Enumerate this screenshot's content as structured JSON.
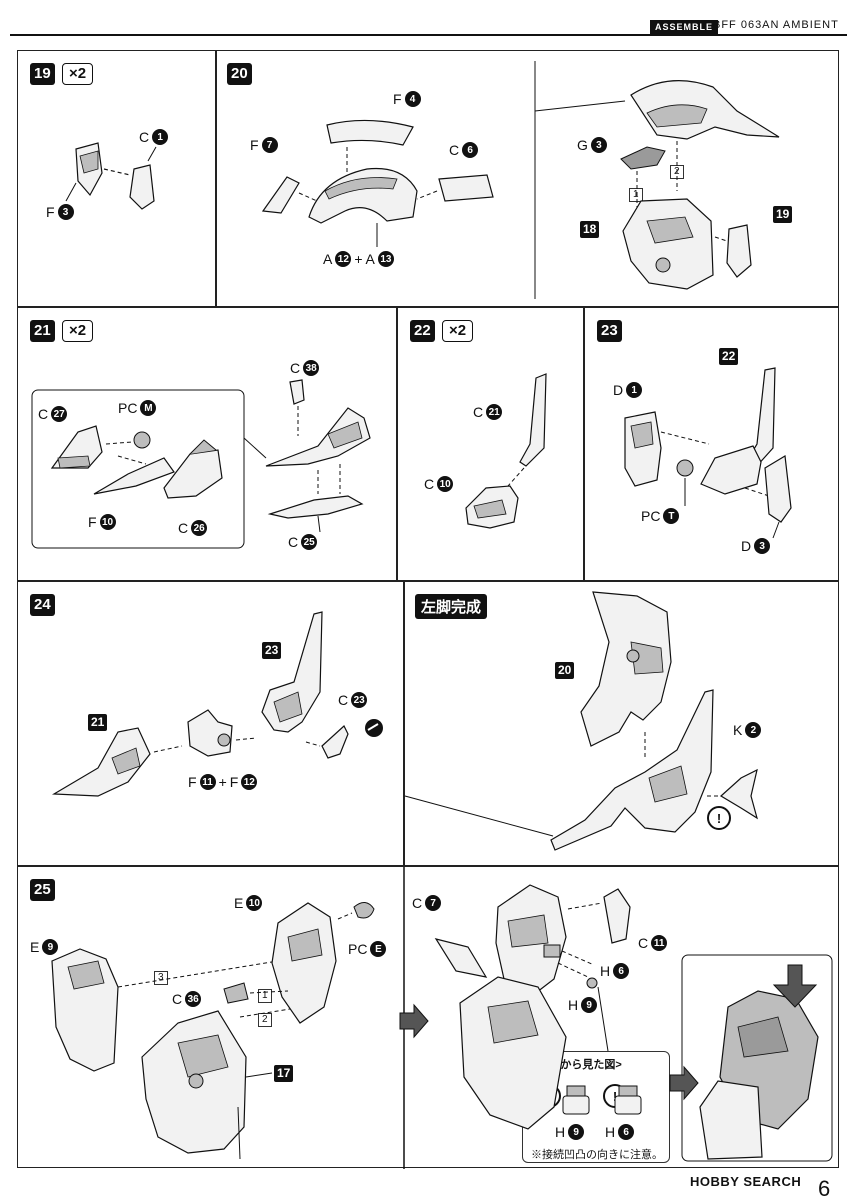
{
  "header": {
    "tag": "ASSEMBLE",
    "title": "BFF 063AN AMBIENT"
  },
  "colors": {
    "ink": "#111111",
    "part_fill": "#f2f2f2",
    "part_shade": "#bdbdbd",
    "highlight": "#9a9a9a"
  },
  "steps": {
    "s19": {
      "num": "19",
      "mult": "×2",
      "labels": {
        "c1": "C",
        "c1n": "1",
        "f3": "F",
        "f3n": "3"
      }
    },
    "s20": {
      "num": "20",
      "labels": {
        "f4": "F",
        "f4n": "4",
        "f7": "F",
        "f7n": "7",
        "c6": "C",
        "c6n": "6",
        "a12": "A",
        "a12n": "12",
        "plus": "+",
        "a13": "A",
        "a13n": "13",
        "g3": "G",
        "g3n": "3",
        "ref18": "18",
        "ref19": "19",
        "box1": "1",
        "box2": "2"
      }
    },
    "s21": {
      "num": "21",
      "mult": "×2",
      "labels": {
        "c38": "C",
        "c38n": "38",
        "c27": "C",
        "c27n": "27",
        "pcm": "PC",
        "pcmn": "M",
        "f10": "F",
        "f10n": "10",
        "c26": "C",
        "c26n": "26",
        "c25": "C",
        "c25n": "25"
      }
    },
    "s22": {
      "num": "22",
      "mult": "×2",
      "labels": {
        "c21": "C",
        "c21n": "21",
        "c10": "C",
        "c10n": "10"
      }
    },
    "s23": {
      "num": "23",
      "labels": {
        "d1": "D",
        "d1n": "1",
        "ref22": "22",
        "pct": "PC",
        "pctn": "T",
        "d3": "D",
        "d3n": "3"
      }
    },
    "s24": {
      "num": "24",
      "labels": {
        "ref23": "23",
        "c23": "C",
        "c23n": "23",
        "ref21": "21",
        "f11": "F",
        "f11n": "11",
        "plus": "+",
        "f12": "F",
        "f12n": "12"
      }
    },
    "complete": {
      "title": "左脚完成",
      "labels": {
        "ref20": "20",
        "k2": "K",
        "k2n": "2",
        "warn": "!"
      }
    },
    "s25": {
      "num": "25",
      "labels": {
        "e10": "E",
        "e10n": "10",
        "e9": "E",
        "e9n": "9",
        "pce": "PC",
        "pcen": "E",
        "c36": "C",
        "c36n": "36",
        "box1": "1",
        "box2": "2",
        "box3": "3",
        "ref17": "17",
        "c7": "C",
        "c7n": "7",
        "c11": "C",
        "c11n": "11",
        "h6": "H",
        "h6n": "6",
        "h9": "H",
        "h9n": "9",
        "view_title": "<上から見た図>",
        "h9b": "H",
        "h9bn": "9",
        "h6b": "H",
        "h6bn": "6",
        "warn": "!",
        "note": "※接続凹凸の向きに注意。"
      }
    }
  },
  "footer": {
    "brand": "HOBBY SEARCH",
    "page": "6"
  }
}
